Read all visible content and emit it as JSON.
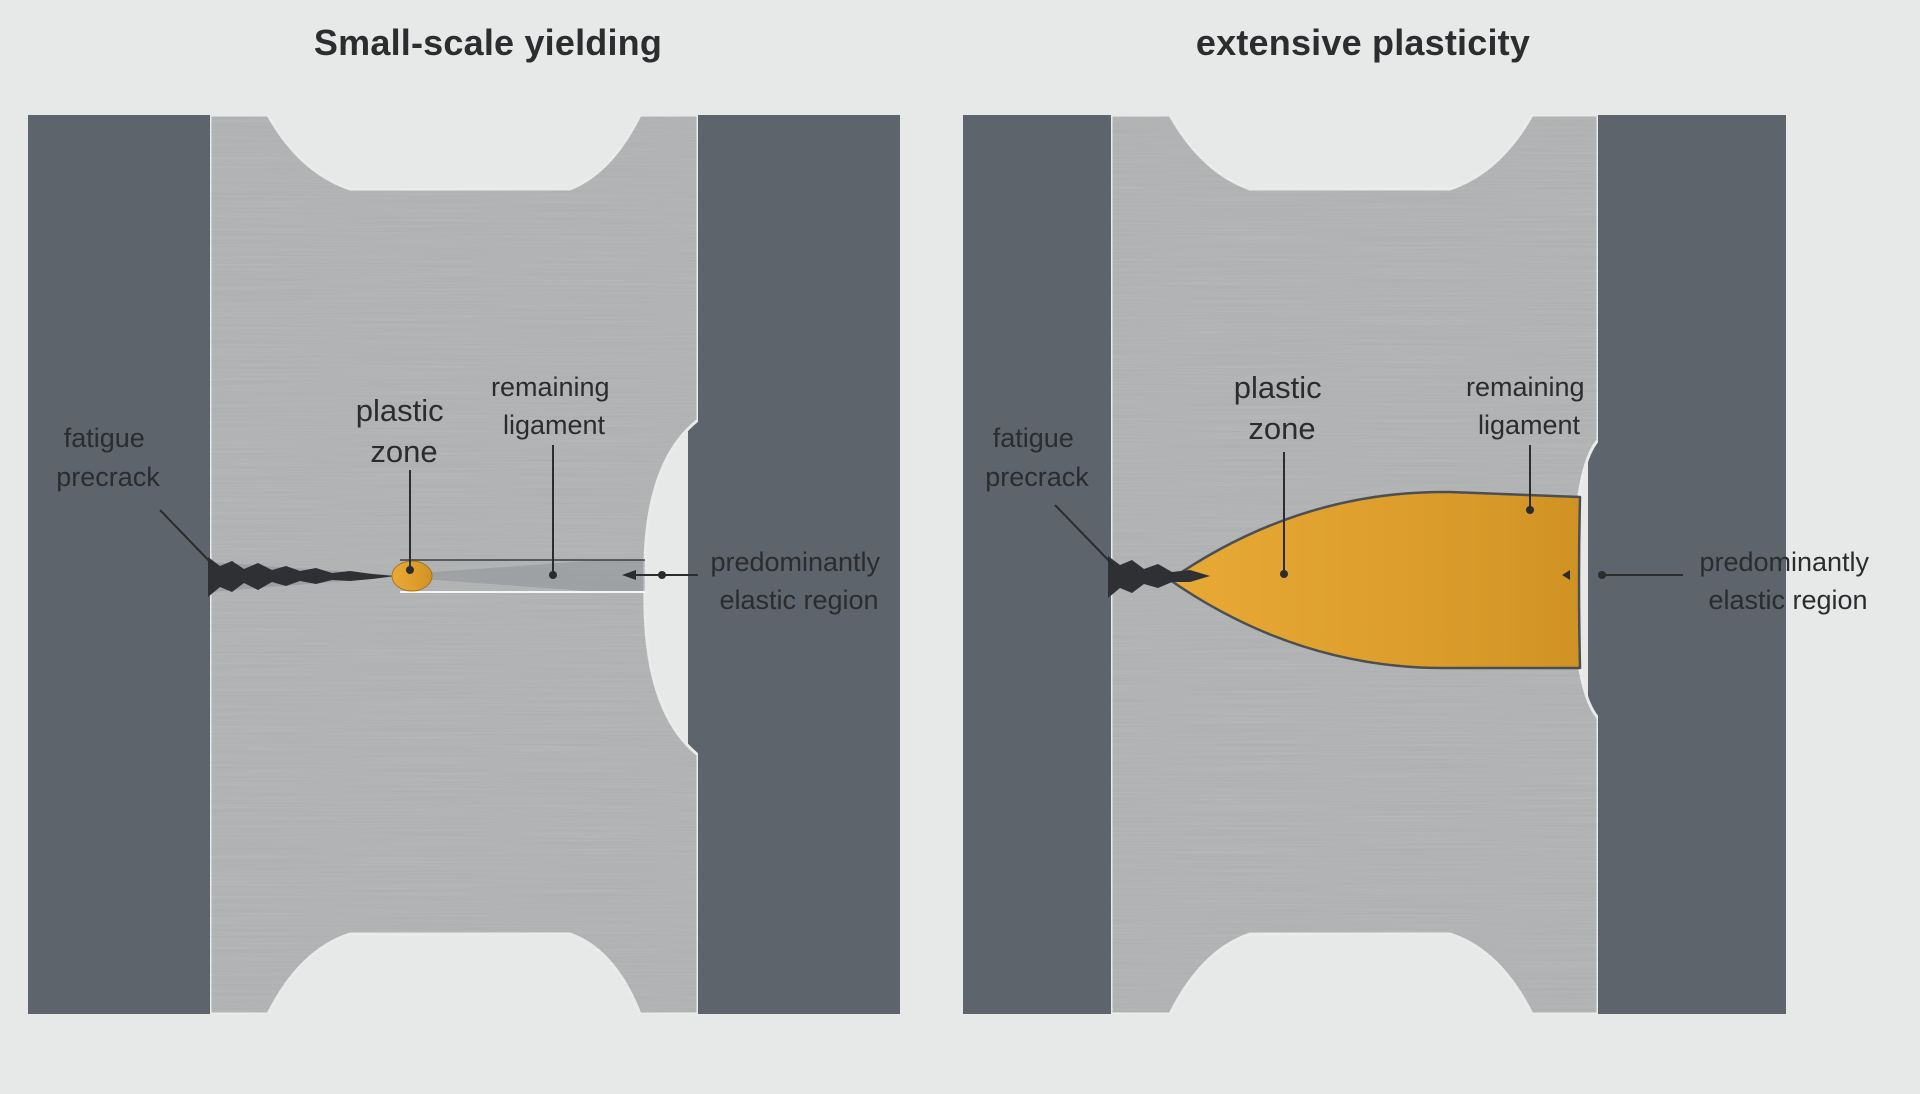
{
  "panels": [
    {
      "title": "Small-scale yielding",
      "labels": {
        "fatigue_precrack": [
          "fatigue",
          "precrack"
        ],
        "plastic_zone": [
          "plastic",
          "zone"
        ],
        "remaining_ligament": [
          "remaining",
          "ligament"
        ],
        "elastic_region": [
          "predominantly",
          "elastic region"
        ]
      }
    },
    {
      "title": "extensive plasticity",
      "labels": {
        "fatigue_precrack": [
          "fatigue",
          "precrack"
        ],
        "plastic_zone": [
          "plastic",
          "zone"
        ],
        "remaining_ligament": [
          "remaining",
          "ligament"
        ],
        "elastic_region": [
          "predominantly",
          "elastic region"
        ]
      }
    }
  ],
  "colors": {
    "background": "#e7e8e8",
    "grip": "#5e646b",
    "specimen": "#b7b9ba",
    "plastic_zone": "#e0a02e",
    "crack": "#2e3033",
    "text": "#2a2c2e"
  }
}
